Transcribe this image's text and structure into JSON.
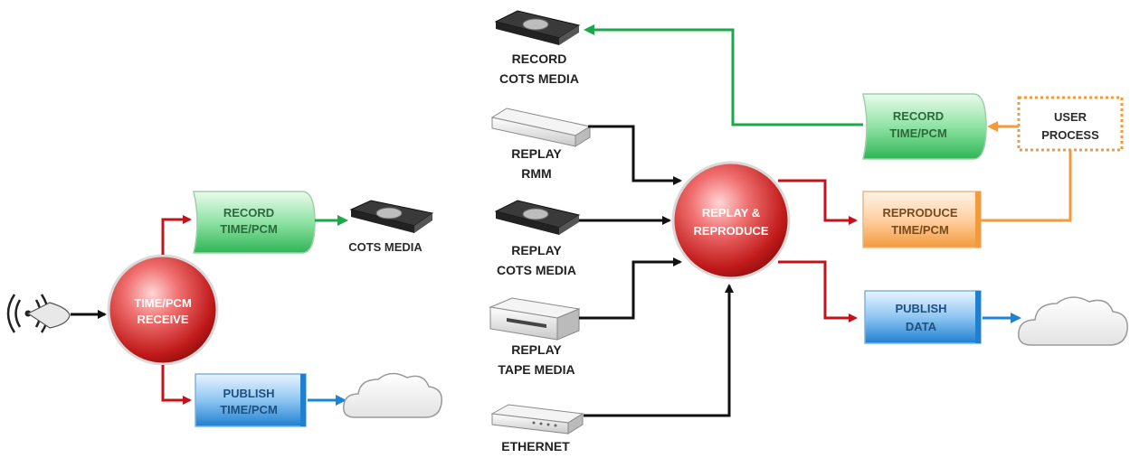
{
  "left": {
    "receive": {
      "line1": "TIME/PCM",
      "line2": "RECEIVE"
    },
    "record": {
      "line1": "RECORD",
      "line2": "TIME/PCM"
    },
    "cots_media": "COTS MEDIA",
    "publish": {
      "line1": "PUBLISH",
      "line2": "TIME/PCM"
    }
  },
  "right": {
    "record_cots": {
      "line1": "RECORD",
      "line2": "COTS MEDIA"
    },
    "replay_rmm": {
      "line1": "REPLAY",
      "line2": "RMM"
    },
    "replay_cots": {
      "line1": "REPLAY",
      "line2": "COTS MEDIA"
    },
    "replay_tape": {
      "line1": "REPLAY",
      "line2": "TAPE MEDIA"
    },
    "ethernet": "ETHERNET",
    "replay_reproduce": {
      "line1": "REPLAY &",
      "line2": "REPRODUCE"
    },
    "record_time": {
      "line1": "RECORD",
      "line2": "TIME/PCM"
    },
    "user_process": {
      "line1": "USER",
      "line2": "PROCESS"
    },
    "reproduce": {
      "line1": "REPRODUCE",
      "line2": "TIME/PCM"
    },
    "publish_data": {
      "line1": "PUBLISH",
      "line2": "DATA"
    }
  },
  "colors": {
    "green_arrow": "#1aa84a",
    "red_arrow": "#c0141a",
    "blue_arrow": "#1c84d6",
    "orange_arrow": "#f39a3c",
    "black_arrow": "#111111"
  }
}
